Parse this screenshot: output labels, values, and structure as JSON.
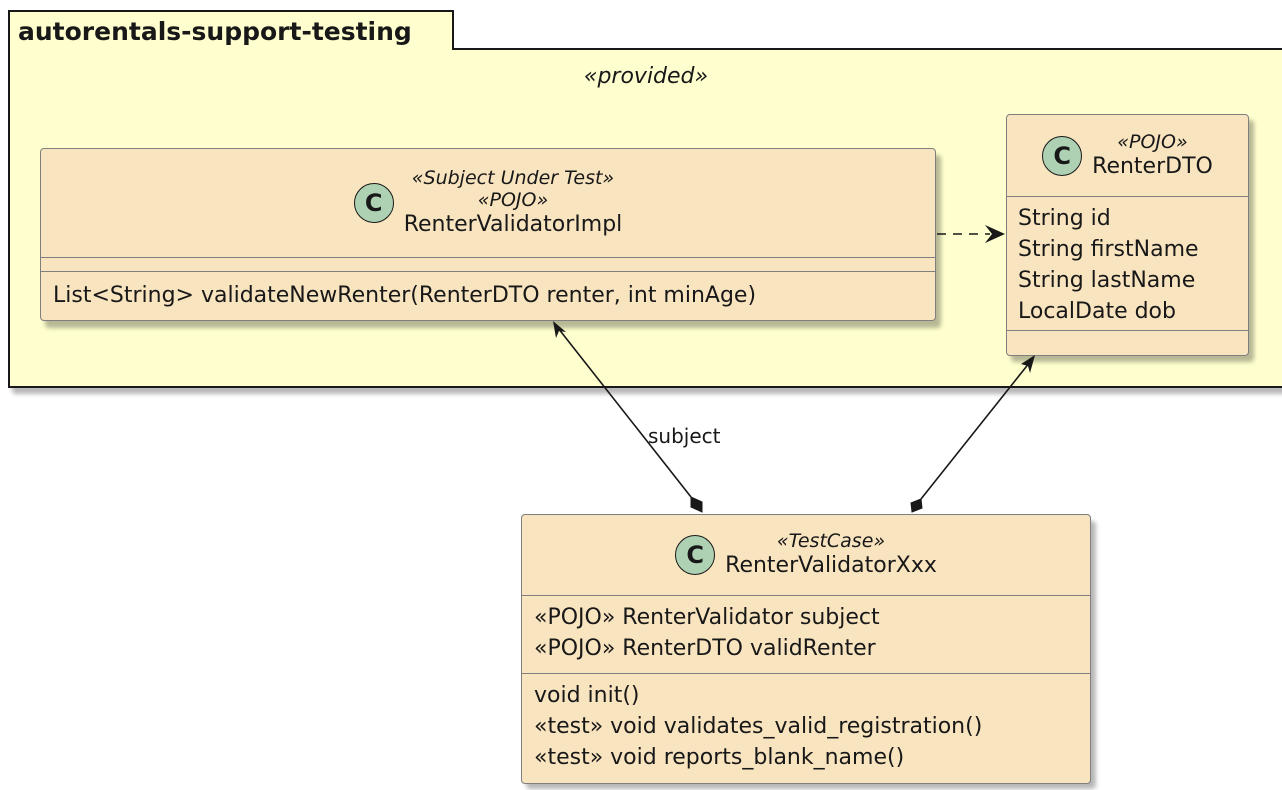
{
  "package": {
    "name": "autorentals-support-testing",
    "stereotype": "«provided»"
  },
  "classes": {
    "impl": {
      "badge": "C",
      "stereotypes": [
        "«Subject Under Test»",
        "«POJO»"
      ],
      "name": "RenterValidatorImpl",
      "fields": [],
      "methods": [
        "List<String> validateNewRenter(RenterDTO renter, int minAge)"
      ]
    },
    "dto": {
      "badge": "C",
      "stereotypes": [
        "«POJO»"
      ],
      "name": "RenterDTO",
      "fields": [
        "String id",
        "String firstName",
        "String lastName",
        "LocalDate dob"
      ],
      "methods": []
    },
    "test": {
      "badge": "C",
      "stereotypes": [
        "«TestCase»"
      ],
      "name": "RenterValidatorXxx",
      "fields": [
        "«POJO» RenterValidator subject",
        "«POJO» RenterDTO validRenter"
      ],
      "methods": [
        "void init()",
        "«test» void validates_valid_registration()",
        "«test» void reports_blank_name()"
      ]
    }
  },
  "relations": {
    "subject_label": "subject"
  },
  "colors": {
    "package_fill": "#fefece",
    "class_fill": "#f9e4c0",
    "badge_fill": "#add1b2",
    "line": "#181818"
  }
}
